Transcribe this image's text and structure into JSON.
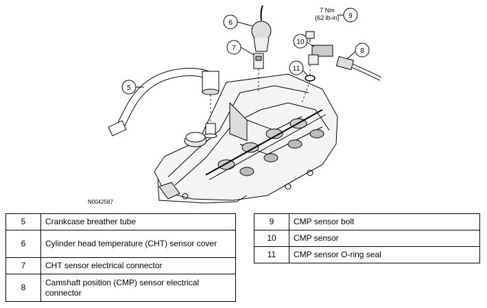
{
  "diagram": {
    "figure_id": "N0042587",
    "torque_value": "7 Nm",
    "torque_unit_alt": "(62 lb-in)",
    "callouts": [
      "5",
      "6",
      "7",
      "8",
      "9",
      "10",
      "11"
    ]
  },
  "legend_left": [
    {
      "num": "5",
      "text": "Crankcase breather tube"
    },
    {
      "num": "6",
      "text": "Cylinder head temperature (CHT) sensor cover"
    },
    {
      "num": "7",
      "text": "CHT sensor electrical connector"
    },
    {
      "num": "8",
      "text": "Camshaft position (CMP) sensor electrical connector"
    }
  ],
  "legend_right": [
    {
      "num": "9",
      "text": "CMP sensor bolt"
    },
    {
      "num": "10",
      "text": "CMP sensor"
    },
    {
      "num": "11",
      "text": "CMP sensor O-ring seal"
    }
  ]
}
